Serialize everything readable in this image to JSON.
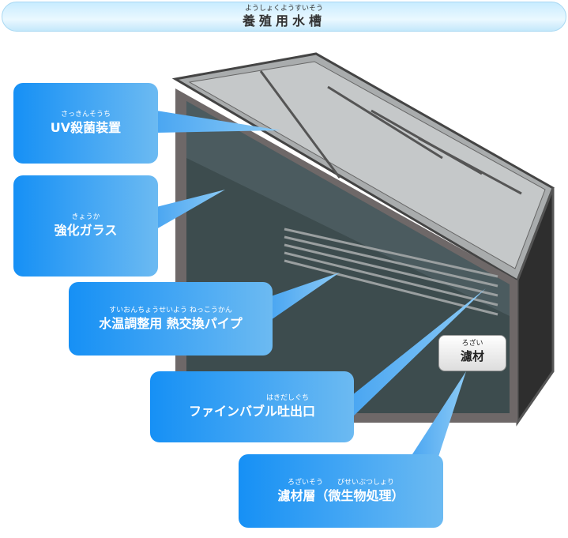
{
  "title": {
    "ruby": "ようしょくようすいそう",
    "text": "養殖用水槽"
  },
  "callouts": [
    {
      "ruby": "さっきんそうち",
      "text": "UV殺菌装置"
    },
    {
      "ruby": "きょうか",
      "text": "強化ガラス"
    },
    {
      "ruby": "すいおんちょうせいよう ねっこうかん",
      "text": "水温調整用 熱交換パイプ"
    },
    {
      "ruby": "はきだしぐち",
      "text": "ファインバブル吐出口"
    },
    {
      "ruby": "ろざいそう　　びせいぶつしょり",
      "text": "濾材層（微生物処理）"
    }
  ],
  "filter_tag": {
    "ruby": "ろざい",
    "text": "濾材"
  },
  "colors": {
    "callout_start": "#1690f5",
    "callout_end": "#6cbaf2",
    "glass": "#3d4c4e",
    "frame": "#6e6868"
  }
}
